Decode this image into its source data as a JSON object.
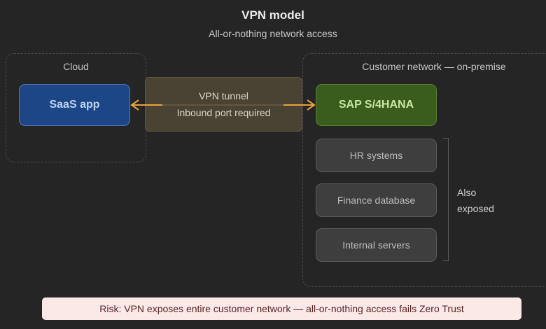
{
  "header": {
    "title": "VPN model",
    "subtitle": "All-or-nothing network access"
  },
  "zones": {
    "cloud": {
      "label": "Cloud"
    },
    "customer": {
      "label": "Customer network — on-premise"
    }
  },
  "nodes": {
    "saas": {
      "label": "SaaS app"
    },
    "sap": {
      "label": "SAP S/4HANA"
    },
    "tunnel": {
      "line1": "VPN tunnel",
      "line2": "Inbound port required"
    }
  },
  "exposed_systems": [
    {
      "label": "HR systems"
    },
    {
      "label": "Finance database"
    },
    {
      "label": "Internal servers"
    }
  ],
  "exposed_note": {
    "line1": "Also",
    "line2": "exposed"
  },
  "risk_banner": {
    "text": "Risk: VPN exposes entire customer network — all-or-nothing access fails Zero Trust"
  },
  "colors": {
    "background": "#252525",
    "saas_fill": "#1d4687",
    "sap_fill": "#3a5c1c",
    "tunnel_fill": "#4a4232",
    "arrow": "#e8a23c",
    "risk_fill": "#fbe9e8",
    "risk_text": "#5a2525"
  }
}
